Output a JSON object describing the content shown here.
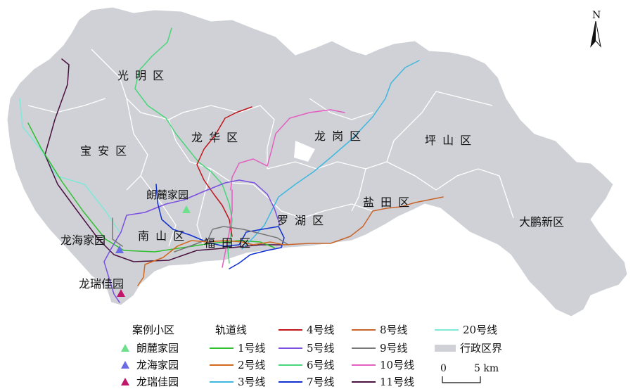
{
  "map": {
    "north_label": "N",
    "districts": [
      {
        "id": "guangming",
        "label": "光 明 区"
      },
      {
        "id": "longhua",
        "label": "龙 华 区"
      },
      {
        "id": "longgang",
        "label": "龙 岗 区"
      },
      {
        "id": "pingshan",
        "label": "坪 山 区"
      },
      {
        "id": "baoan",
        "label": "宝 安 区"
      },
      {
        "id": "nanshan",
        "label": "南 山 区"
      },
      {
        "id": "futian",
        "label": "福 田 区"
      },
      {
        "id": "luohu",
        "label": "罗 湖 区"
      },
      {
        "id": "yantian",
        "label": "盐 田 区"
      },
      {
        "id": "dapeng",
        "label": "大鹏新区"
      }
    ],
    "communities": [
      {
        "id": "langlu",
        "label": "朗麓家园",
        "color": "#6fe08a"
      },
      {
        "id": "longhai",
        "label": "龙海家园",
        "color": "#6b6be6"
      },
      {
        "id": "longrui",
        "label": "龙瑞佳园",
        "color": "#c0166b"
      }
    ],
    "colors": {
      "land": "#cfd1d6",
      "boundary": "#ffffff",
      "line1": "#2fbf2f",
      "line2": "#d2691e",
      "line3": "#3fb8e0",
      "line4": "#c0161b",
      "line5": "#7b4fe0",
      "line6": "#49d57a",
      "line7": "#1030d0",
      "line8": "#c8642a",
      "line9": "#777777",
      "line10": "#e35fc0",
      "line11": "#4a1040",
      "line20": "#7fe8d8"
    }
  },
  "legend": {
    "communities_title": "案例小区",
    "rail_title": "轨道线",
    "communities": [
      {
        "label": "朗麓家园",
        "color": "#6fe08a"
      },
      {
        "label": "龙海家园",
        "color": "#6b6be6"
      },
      {
        "label": "龙瑞佳园",
        "color": "#c0166b"
      }
    ],
    "lines_col1": [
      {
        "label": "1号线",
        "color": "#2fbf2f"
      },
      {
        "label": "2号线",
        "color": "#d2691e"
      },
      {
        "label": "3号线",
        "color": "#3fb8e0"
      }
    ],
    "lines_col2": [
      {
        "label": "4号线",
        "color": "#c0161b"
      },
      {
        "label": "5号线",
        "color": "#7b4fe0"
      },
      {
        "label": "6号线",
        "color": "#49d57a"
      },
      {
        "label": "7号线",
        "color": "#1030d0"
      }
    ],
    "lines_col3": [
      {
        "label": "8号线",
        "color": "#c8642a"
      },
      {
        "label": "9号线",
        "color": "#777777"
      },
      {
        "label": "10号线",
        "color": "#e35fc0"
      },
      {
        "label": "11号线",
        "color": "#4a1040"
      }
    ],
    "lines_col4": [
      {
        "label": "20号线",
        "color": "#7fe8d8"
      }
    ],
    "boundary_label": "行政区界",
    "scale_zero": "0",
    "scale_label": "5 km"
  }
}
